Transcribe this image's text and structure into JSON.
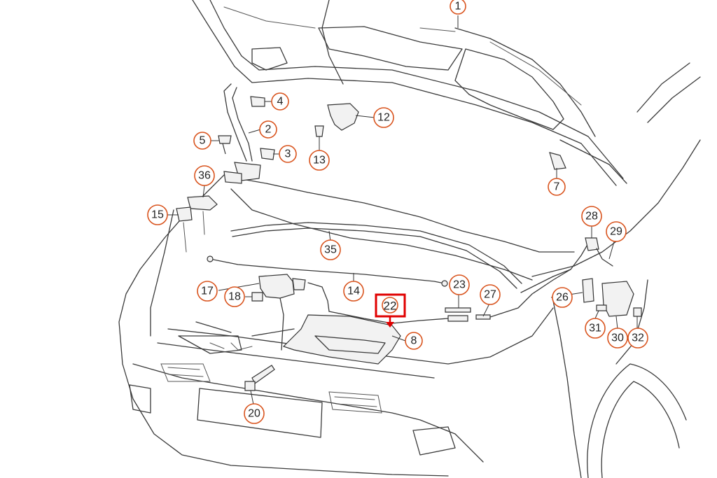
{
  "diagram": {
    "callouts": [
      {
        "id": "c1",
        "label": "1"
      },
      {
        "id": "c2",
        "label": "2"
      },
      {
        "id": "c3",
        "label": "3"
      },
      {
        "id": "c4",
        "label": "4"
      },
      {
        "id": "c5",
        "label": "5"
      },
      {
        "id": "c7",
        "label": "7"
      },
      {
        "id": "c8",
        "label": "8"
      },
      {
        "id": "c12",
        "label": "12"
      },
      {
        "id": "c13",
        "label": "13"
      },
      {
        "id": "c14",
        "label": "14"
      },
      {
        "id": "c15",
        "label": "15"
      },
      {
        "id": "c17",
        "label": "17"
      },
      {
        "id": "c18",
        "label": "18"
      },
      {
        "id": "c20",
        "label": "20"
      },
      {
        "id": "c22",
        "label": "22"
      },
      {
        "id": "c23",
        "label": "23"
      },
      {
        "id": "c26",
        "label": "26"
      },
      {
        "id": "c27",
        "label": "27"
      },
      {
        "id": "c28",
        "label": "28"
      },
      {
        "id": "c29",
        "label": "29"
      },
      {
        "id": "c30",
        "label": "30"
      },
      {
        "id": "c31",
        "label": "31"
      },
      {
        "id": "c32",
        "label": "32"
      },
      {
        "id": "c35",
        "label": "35"
      },
      {
        "id": "c36",
        "label": "36"
      }
    ],
    "highlighted_part": "22",
    "colors": {
      "callout_ring": "#d9541e",
      "highlight_box": "#e00000",
      "line": "#3a3a3a"
    }
  }
}
